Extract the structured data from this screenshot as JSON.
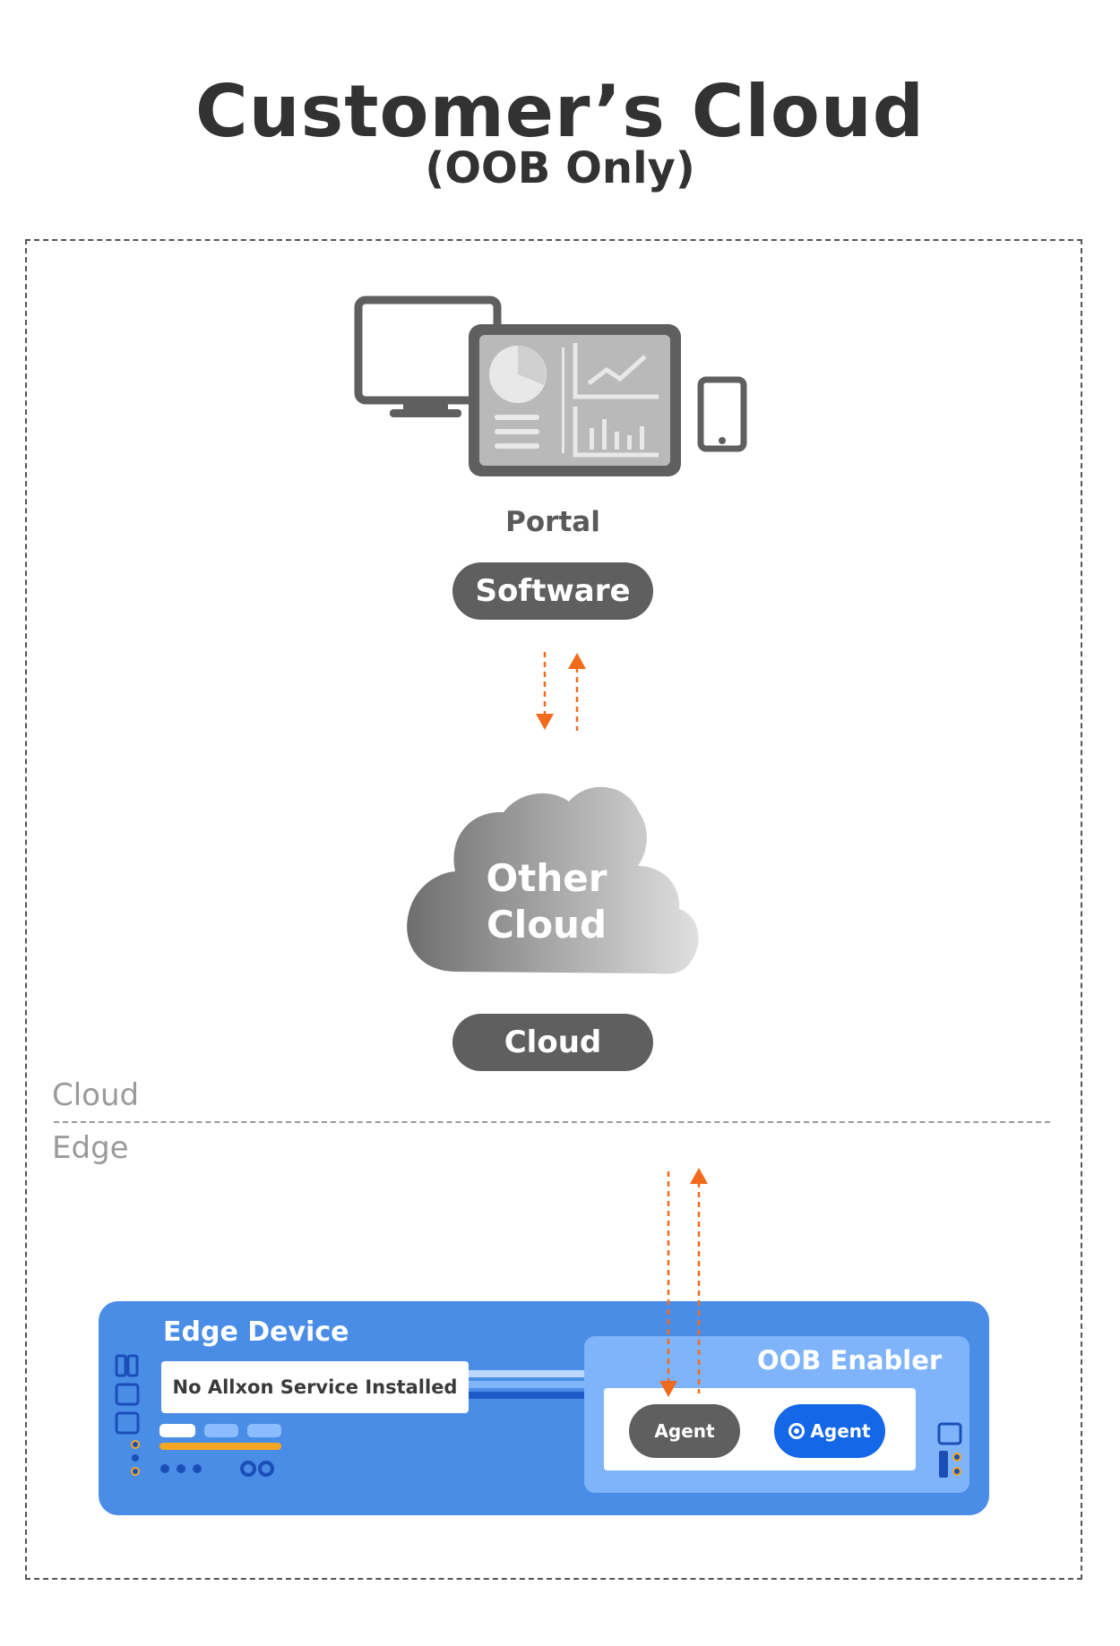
{
  "header": {
    "title": "Customer’s Cloud",
    "subtitle": "(OOB Only)"
  },
  "portal": {
    "label": "Portal",
    "tag": "Software"
  },
  "cloud_node": {
    "line1": "Other",
    "line2": "Cloud",
    "tag": "Cloud"
  },
  "zones": {
    "upper": "Cloud",
    "lower": "Edge"
  },
  "edge_device": {
    "title": "Edge Device",
    "status": "No Allxon Service Installed"
  },
  "oob_enabler": {
    "title": "OOB Enabler",
    "agent_left": "Agent",
    "agent_right": "Agent"
  },
  "colors": {
    "arrow": "#f26b1d",
    "pill": "#5f5f60",
    "edge_blue": "#4a8de6",
    "oob_blue": "#7fb4fb",
    "agent_blue": "#1468e8"
  }
}
